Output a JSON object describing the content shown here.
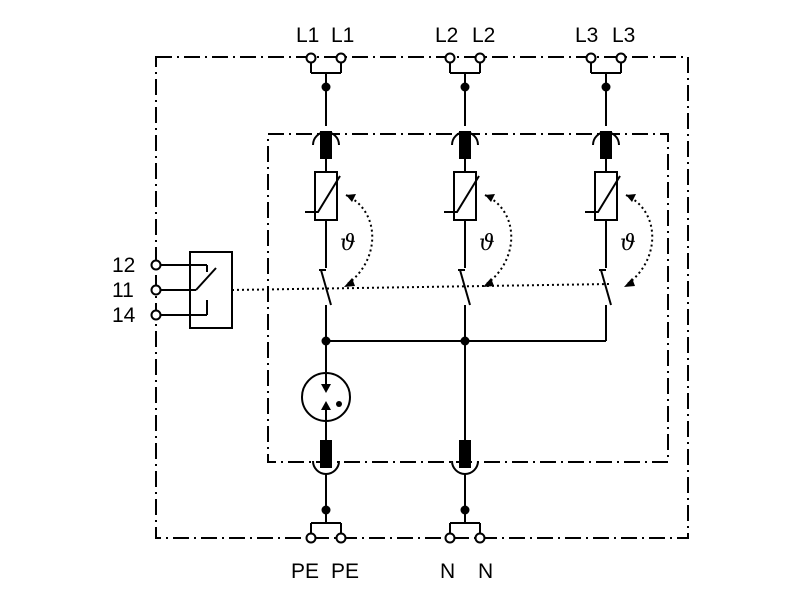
{
  "top_terminals": [
    {
      "left": "L1",
      "right": "L1"
    },
    {
      "left": "L2",
      "right": "L2"
    },
    {
      "left": "L3",
      "right": "L3"
    }
  ],
  "bottom_terminals": [
    {
      "left": "PE",
      "right": "PE"
    },
    {
      "left": "N",
      "right": "N"
    }
  ],
  "contact_terminals": [
    "12",
    "11",
    "14"
  ],
  "thermal_symbol": "ϑ"
}
